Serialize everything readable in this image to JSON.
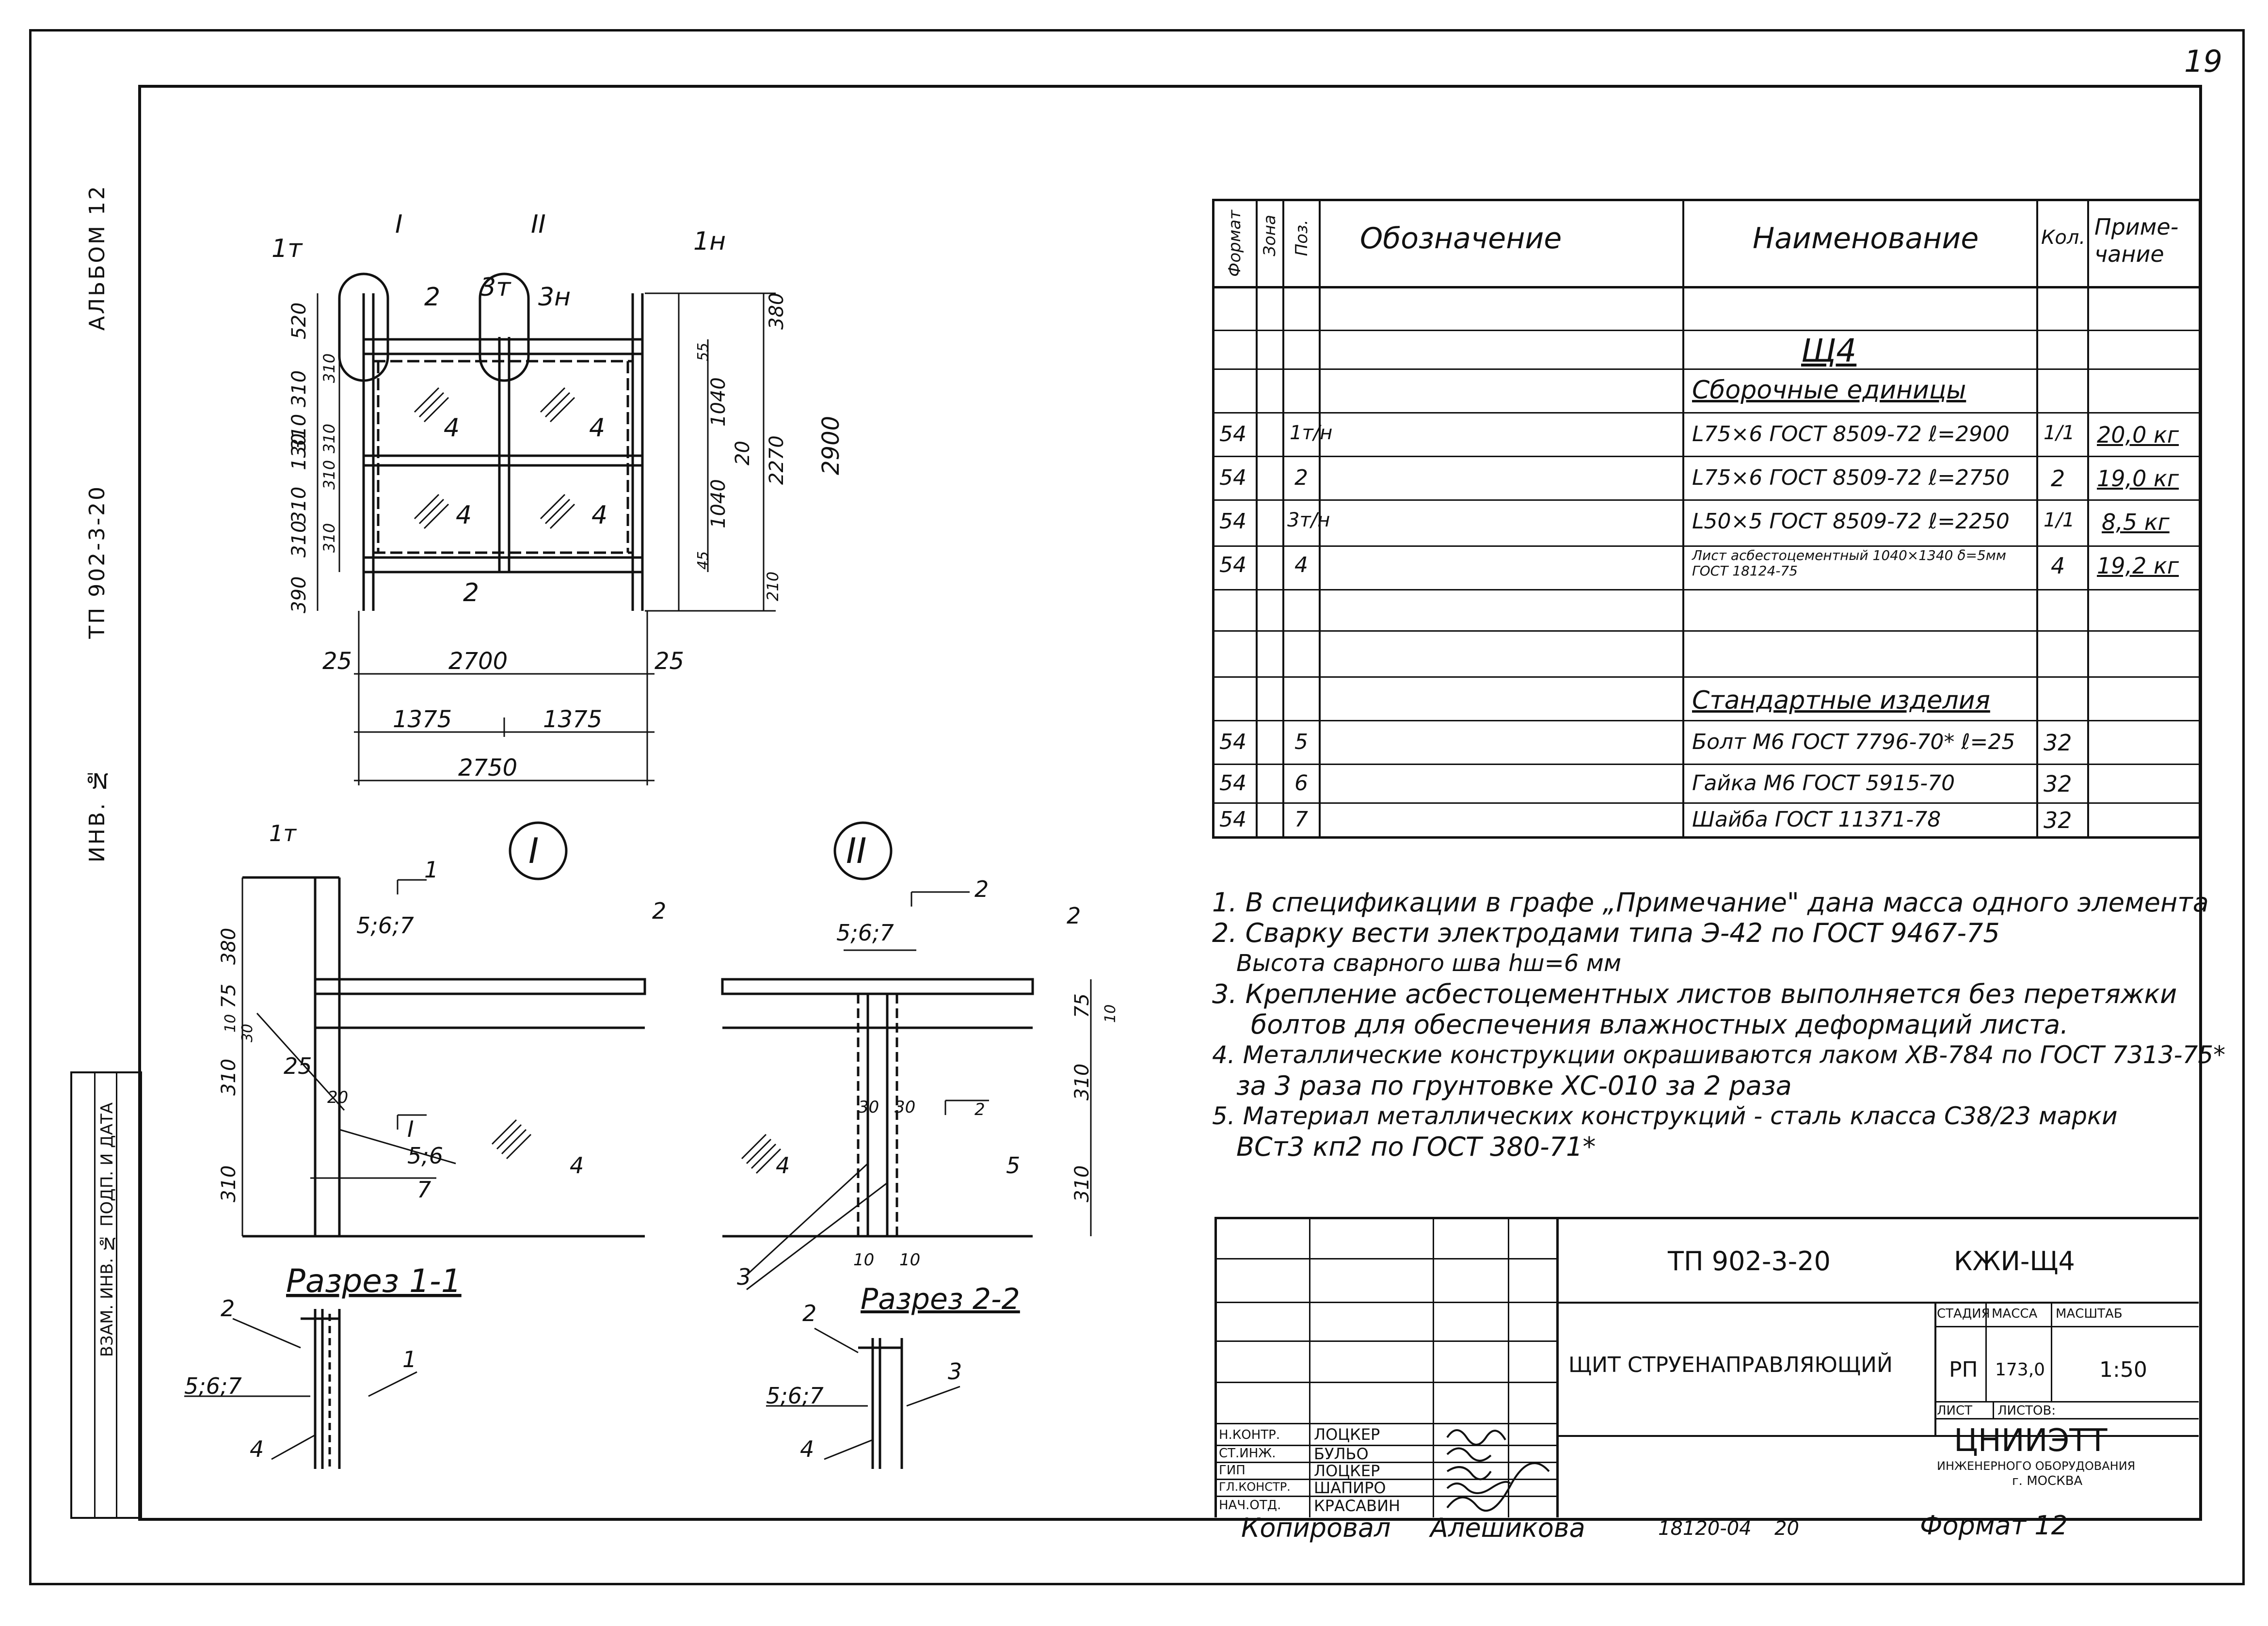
{
  "page_number": "19",
  "side_strip": {
    "album": "АЛЬБОМ 12",
    "code": "ТП 902-3-20",
    "inventory": "ИНВ. №",
    "box_labels": [
      "ПОДП. И ДАТА",
      "ВЗАМ. ИНВ. №"
    ]
  },
  "drawing": {
    "callouts": {
      "one": "I",
      "two": "II"
    },
    "top_view": {
      "labels": [
        "1т",
        "I",
        "II",
        "1н",
        "2",
        "3т",
        "3н",
        "4",
        "4",
        "4",
        "4",
        "2"
      ],
      "dims_left": [
        "520",
        "310",
        "310",
        "130",
        "310",
        "310",
        "390"
      ],
      "dims_inner_left": [
        "310",
        "310",
        "310",
        "310"
      ],
      "dims_right": [
        "380",
        "55",
        "1040",
        "20",
        "1040",
        "2270",
        "2900",
        "45",
        "210"
      ],
      "bottom": [
        "25",
        "2700",
        "25",
        "1375",
        "1375",
        "2750"
      ]
    },
    "detail_1": {
      "labels": [
        "1т",
        "1",
        "2",
        "5;6;7",
        "25",
        "20",
        "I",
        "5;6",
        "7",
        "4"
      ],
      "dims": [
        "380",
        "75",
        "10",
        "30",
        "310",
        "310"
      ]
    },
    "detail_2": {
      "labels": [
        "2",
        "2",
        "5;6;7",
        "30",
        "30",
        "2",
        "4",
        "5",
        "10",
        "10",
        "3"
      ],
      "dims": [
        "75",
        "10",
        "310",
        "310"
      ]
    },
    "section_1": {
      "title": "Разрез 1-1",
      "labels": [
        "2",
        "5;6;7",
        "1",
        "4"
      ]
    },
    "section_2": {
      "title": "Разрез 2-2",
      "labels": [
        "2",
        "5;6;7",
        "3",
        "4"
      ]
    }
  },
  "spec_table": {
    "headers": {
      "format": "Формат",
      "zone": "Зона",
      "pos": "Поз.",
      "designation": "Обозначение",
      "name": "Наименование",
      "qty": "Кол.",
      "note": "Приме-чание"
    },
    "group_title": "Щ4",
    "section_assembly": "Сборочные единицы",
    "section_standard": "Стандартные изделия",
    "rows": [
      {
        "format": "54",
        "pos": "1т/н",
        "name": "L75×6 ГОСТ 8509-72 ℓ=2900",
        "qty": "1/1",
        "note": "20,0 кг"
      },
      {
        "format": "54",
        "pos": "2",
        "name": "L75×6 ГОСТ 8509-72 ℓ=2750",
        "qty": "2",
        "note": "19,0 кг"
      },
      {
        "format": "54",
        "pos": "3т/н",
        "name": "L50×5 ГОСТ 8509-72 ℓ=2250",
        "qty": "1/1",
        "note": "8,5 кг"
      },
      {
        "format": "54",
        "pos": "4",
        "name": "Лист асбестоцементный 1040×1340 δ=5мм ГОСТ 18124-75",
        "qty": "4",
        "note": "19,2 кг"
      },
      {
        "format": "54",
        "pos": "5",
        "name": "Болт М6 ГОСТ 7796-70* ℓ=25",
        "qty": "32",
        "note": ""
      },
      {
        "format": "54",
        "pos": "6",
        "name": "Гайка М6 ГОСТ 5915-70",
        "qty": "32",
        "note": ""
      },
      {
        "format": "54",
        "pos": "7",
        "name": "Шайба ГОСТ 11371-78",
        "qty": "32",
        "note": ""
      }
    ]
  },
  "notes": [
    "1. В спецификации в графе „Примечание\" дана масса одного элемента",
    "2. Сварку вести электродами типа Э-42 по ГОСТ 9467-75",
    "Высота сварного шва hш=6 мм",
    "3. Крепление асбестоцементных листов выполняется без перетяжки",
    "болтов для обеспечения влажностных деформаций листа.",
    "4. Металлические конструкции окрашиваются лаком ХВ-784 по ГОСТ 7313-75*",
    "за 3 раза по грунтовке ХС-010 за 2 раза",
    "5. Материал металлических конструкций - сталь класса С38/23 марки",
    "ВСт3 кп2 по ГОСТ 380-71*"
  ],
  "title_block": {
    "doc_code": "ТП 902-3-20",
    "sheet_code": "КЖИ-Щ4",
    "title": "ЩИТ СТРУЕНАПРАВЛЯЮЩИЙ",
    "stage_label": "СТАДИЯ",
    "mass_label": "МАССА",
    "scale_label": "МАСШТАБ",
    "stage": "РП",
    "mass": "173,0",
    "scale": "1:50",
    "sheet_label": "ЛИСТ",
    "sheets_label": "ЛИСТОВ:",
    "org_name": "ЦНИИЭТТ",
    "org_sub": "ИНЖЕНЕРНОГО ОБОРУДОВАНИЯ",
    "org_city": "г. МОСКВА",
    "signatures": [
      {
        "role": "Н.КОНТР.",
        "name": "ЛОЦКЕР"
      },
      {
        "role": "СТ.ИНЖ.",
        "name": "БУЛЬО"
      },
      {
        "role": "ГИП",
        "name": "ЛОЦКЕР"
      },
      {
        "role": "ГЛ.КОНСТР.",
        "name": "ШАПИРО"
      },
      {
        "role": "НАЧ.ОТД.",
        "name": "КРАСАВИН"
      }
    ]
  },
  "bottom": {
    "copied": "Копировал",
    "copier": "Алешикова",
    "order": "18120-04",
    "page": "20",
    "format": "Формат 12"
  }
}
